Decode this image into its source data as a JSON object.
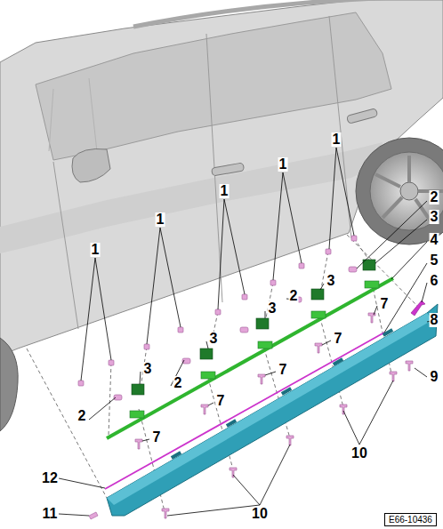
{
  "diagram": {
    "nodes": [
      {
        "text": [
          "E66-10436"
        ]
      }
    ],
    "labels": [
      "1",
      "1",
      "1",
      "2",
      "1",
      "3",
      "4",
      "1",
      "5",
      "3",
      "6",
      "2",
      "7",
      "3",
      "8",
      "3",
      "7",
      "9",
      "7",
      "2",
      "3",
      "7",
      "2",
      "7",
      "10",
      "12",
      "10",
      "11"
    ]
  }
}
